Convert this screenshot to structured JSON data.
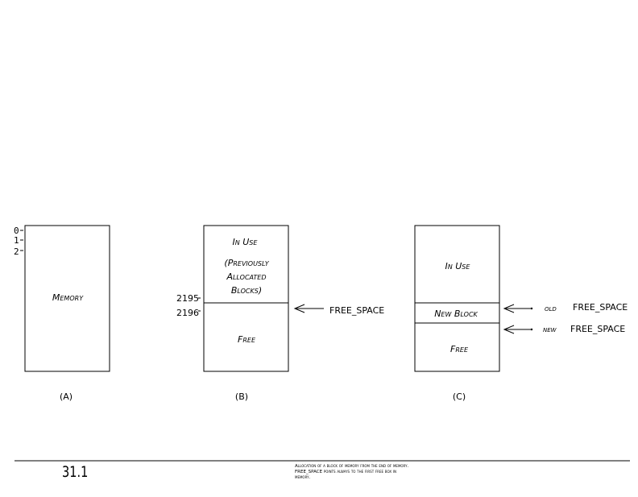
{
  "memory_addresses": [
    "0",
    "1",
    "2"
  ],
  "panel_a": {
    "block_label": "Memory",
    "caption": "(A)"
  },
  "panel_b": {
    "in_use_lines": [
      "In Use",
      "(Previously",
      "Allocated",
      "Blocks)"
    ],
    "free_label": "Free",
    "address_top": "2195",
    "address_bottom": "2196",
    "pointer_label": "FREE_SPACE",
    "caption": "(B)"
  },
  "panel_c": {
    "in_use_label": "In Use",
    "new_block_label": "New Block",
    "free_label": "Free",
    "old_pointer": {
      "prefix": "old",
      "label": "FREE_SPACE"
    },
    "new_pointer": {
      "prefix": "new",
      "label": "FREE_SPACE"
    },
    "caption": "(C)"
  },
  "footer": {
    "figure_number": "31.1",
    "caption_lines": [
      "Allocation of a block of memory from the end of memory.",
      "FREE_SPACE points always to the first free box in",
      "memory."
    ]
  }
}
